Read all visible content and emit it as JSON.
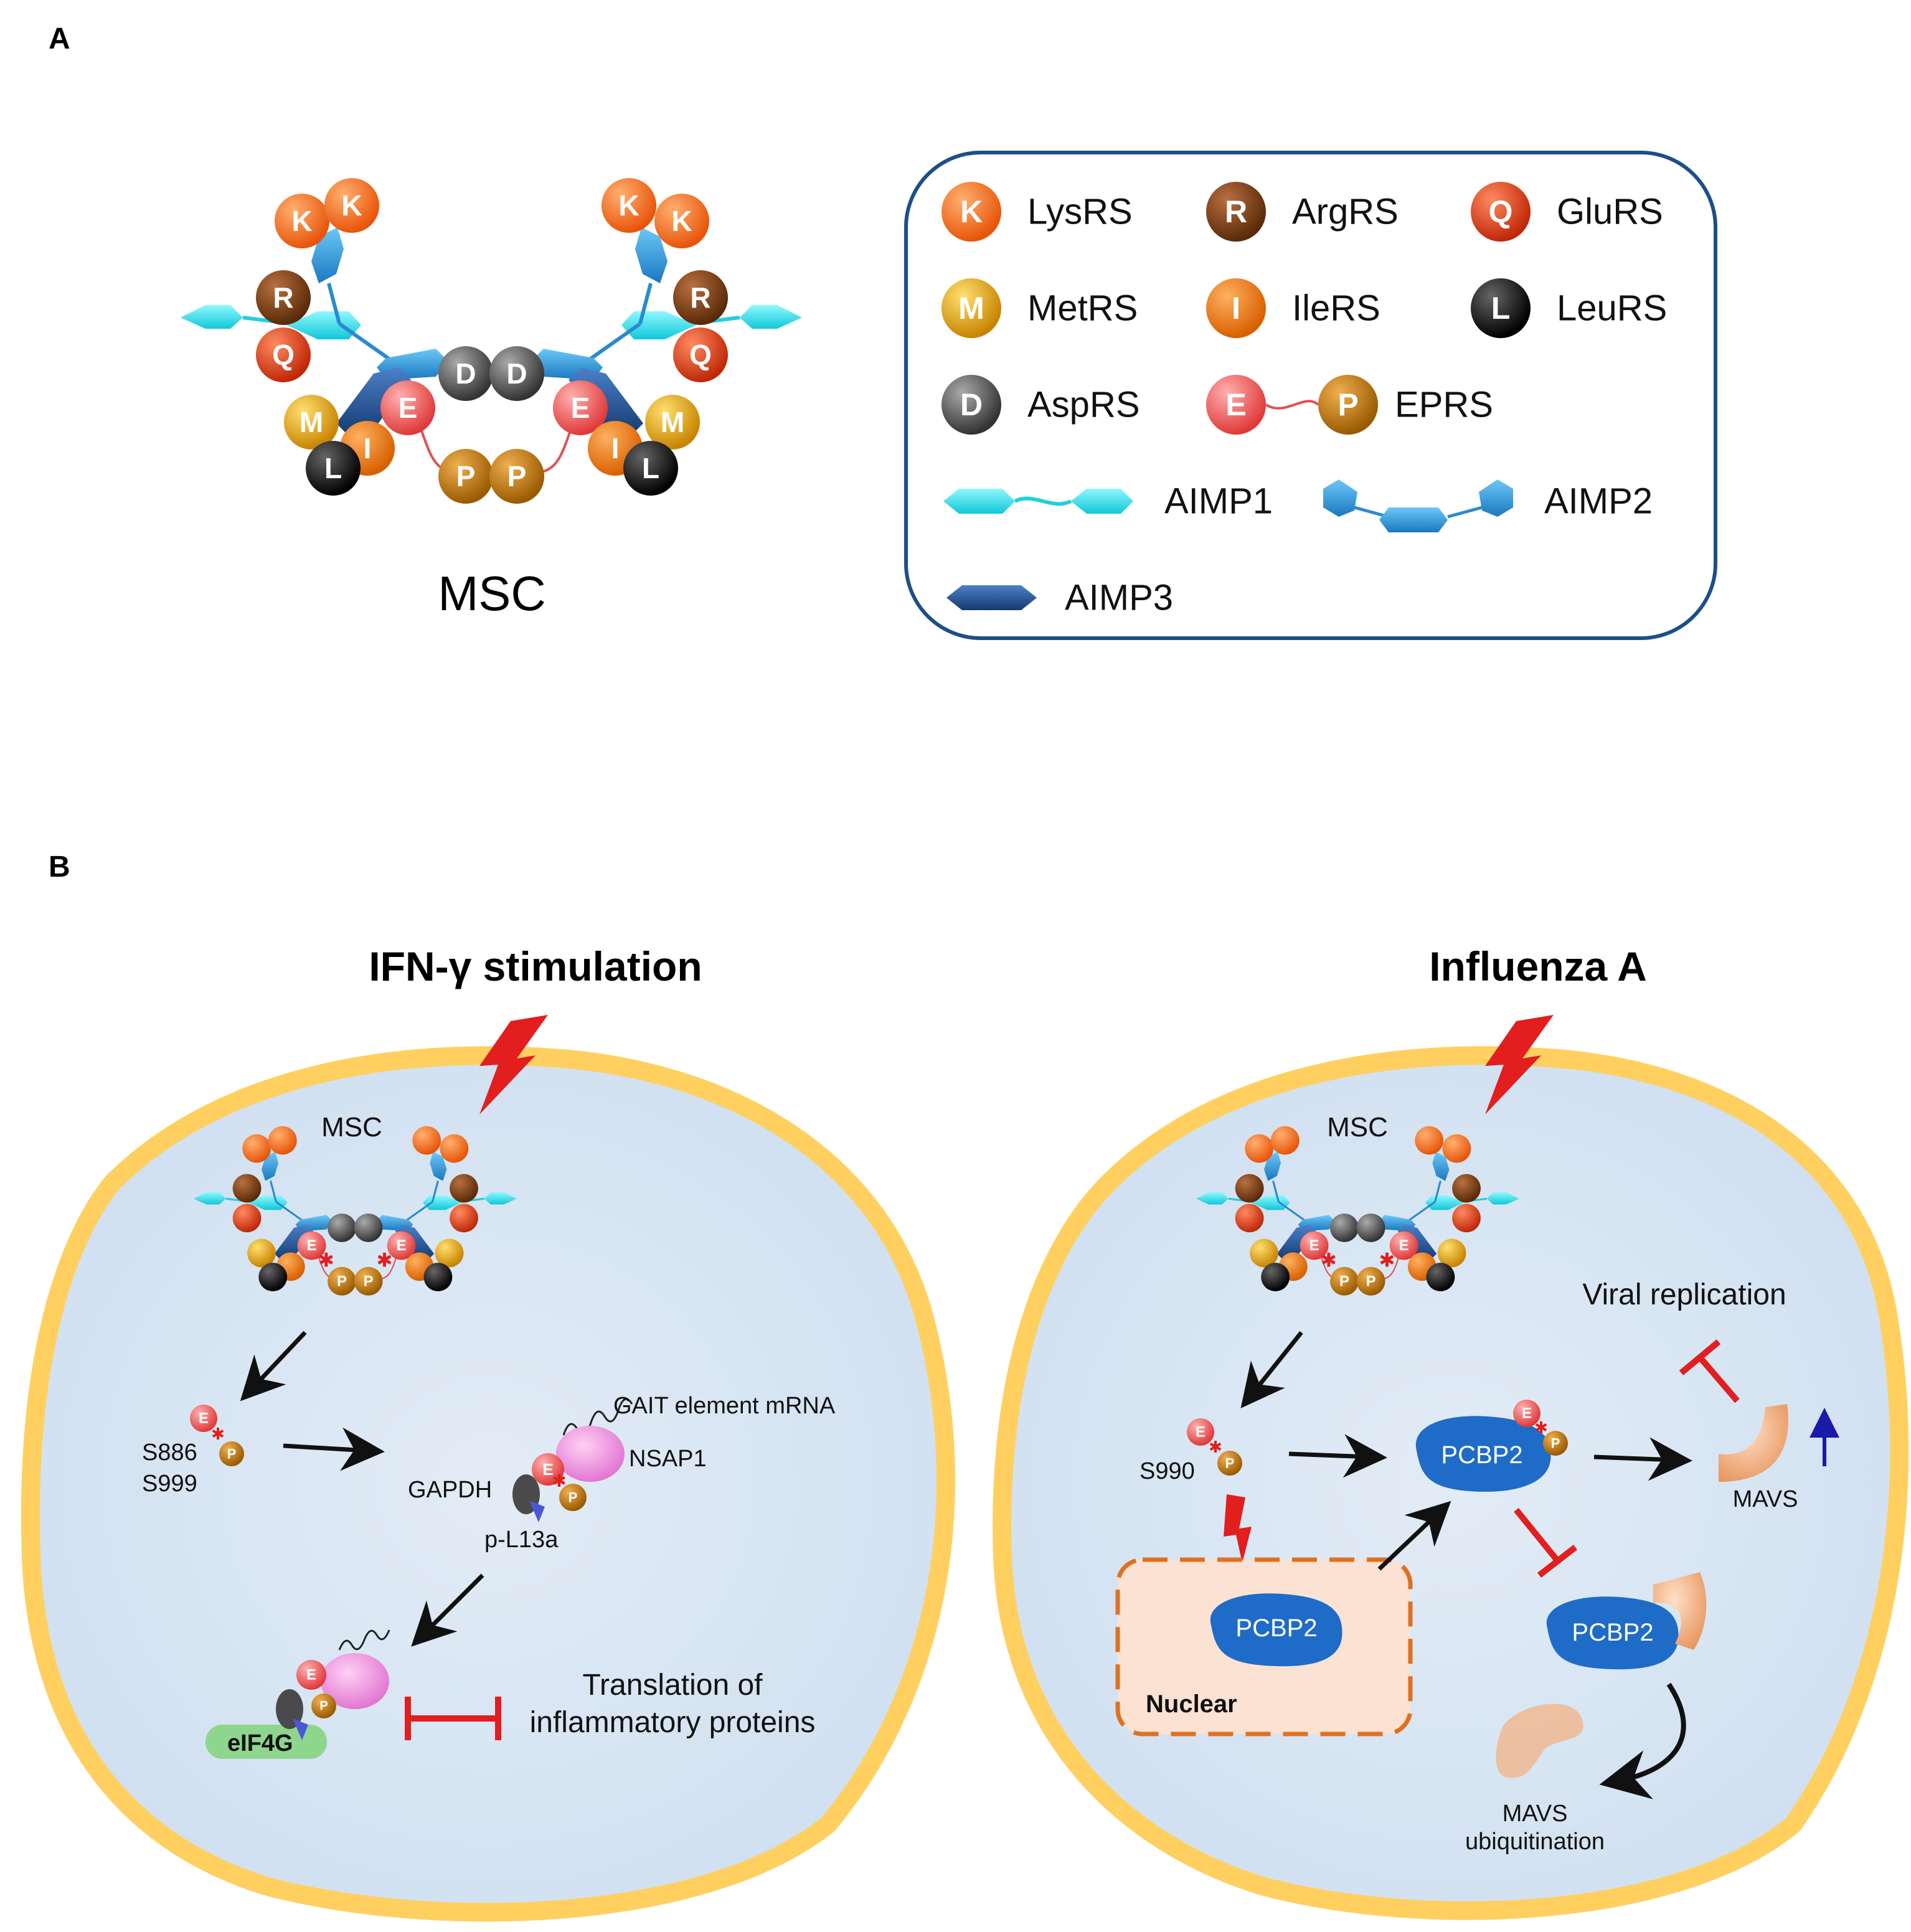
{
  "panel_a": {
    "letter": "A",
    "msc_label": "MSC",
    "legend": {
      "items": [
        {
          "letter": "K",
          "name": "LysRS",
          "color": "#f26a12"
        },
        {
          "letter": "R",
          "name": "ArgRS",
          "color": "#7b3f14"
        },
        {
          "letter": "Q",
          "name": "GluRS",
          "color": "#e04010"
        },
        {
          "letter": "M",
          "name": "MetRS",
          "color": "#e8a810"
        },
        {
          "letter": "I",
          "name": "IleRS",
          "color": "#ee7a12"
        },
        {
          "letter": "L",
          "name": "LeuRS",
          "color": "#111111"
        },
        {
          "letter": "D",
          "name": "AspRS",
          "color": "#555555"
        },
        {
          "letter": "E",
          "letter2": "P",
          "name": "EPRS",
          "color": "#f06060",
          "color2": "#c07a10"
        },
        {
          "shape": "aimp1",
          "name": "AIMP1",
          "color": "#33e0e8"
        },
        {
          "shape": "aimp2",
          "name": "AIMP2",
          "color": "#2a9ad8"
        },
        {
          "shape": "aimp3",
          "name": "AIMP3",
          "color": "#1f4f8a"
        }
      ]
    }
  },
  "panel_b": {
    "letter": "B",
    "left": {
      "title": "IFN-γ stimulation",
      "msc_label": "MSC",
      "phospho_sites": [
        "S886",
        "S999"
      ],
      "labels": {
        "gait": "GAIT element mRNA",
        "nsap1": "NSAP1",
        "gapdh": "GAPDH",
        "pl13a": "p-L13a",
        "eif4g": "eIF4G",
        "outcome_line1": "Translation of",
        "outcome_line2": "inflammatory proteins"
      }
    },
    "right": {
      "title": "Influenza A",
      "msc_label": "MSC",
      "phospho_site": "S990",
      "labels": {
        "pcbp2": "PCBP2",
        "nuclear": "Nuclear",
        "mavs": "MAVS",
        "viral_replication": "Viral replication",
        "mavs_ub_line1": "MAVS",
        "mavs_ub_line2": "ubiquitination"
      }
    }
  }
}
